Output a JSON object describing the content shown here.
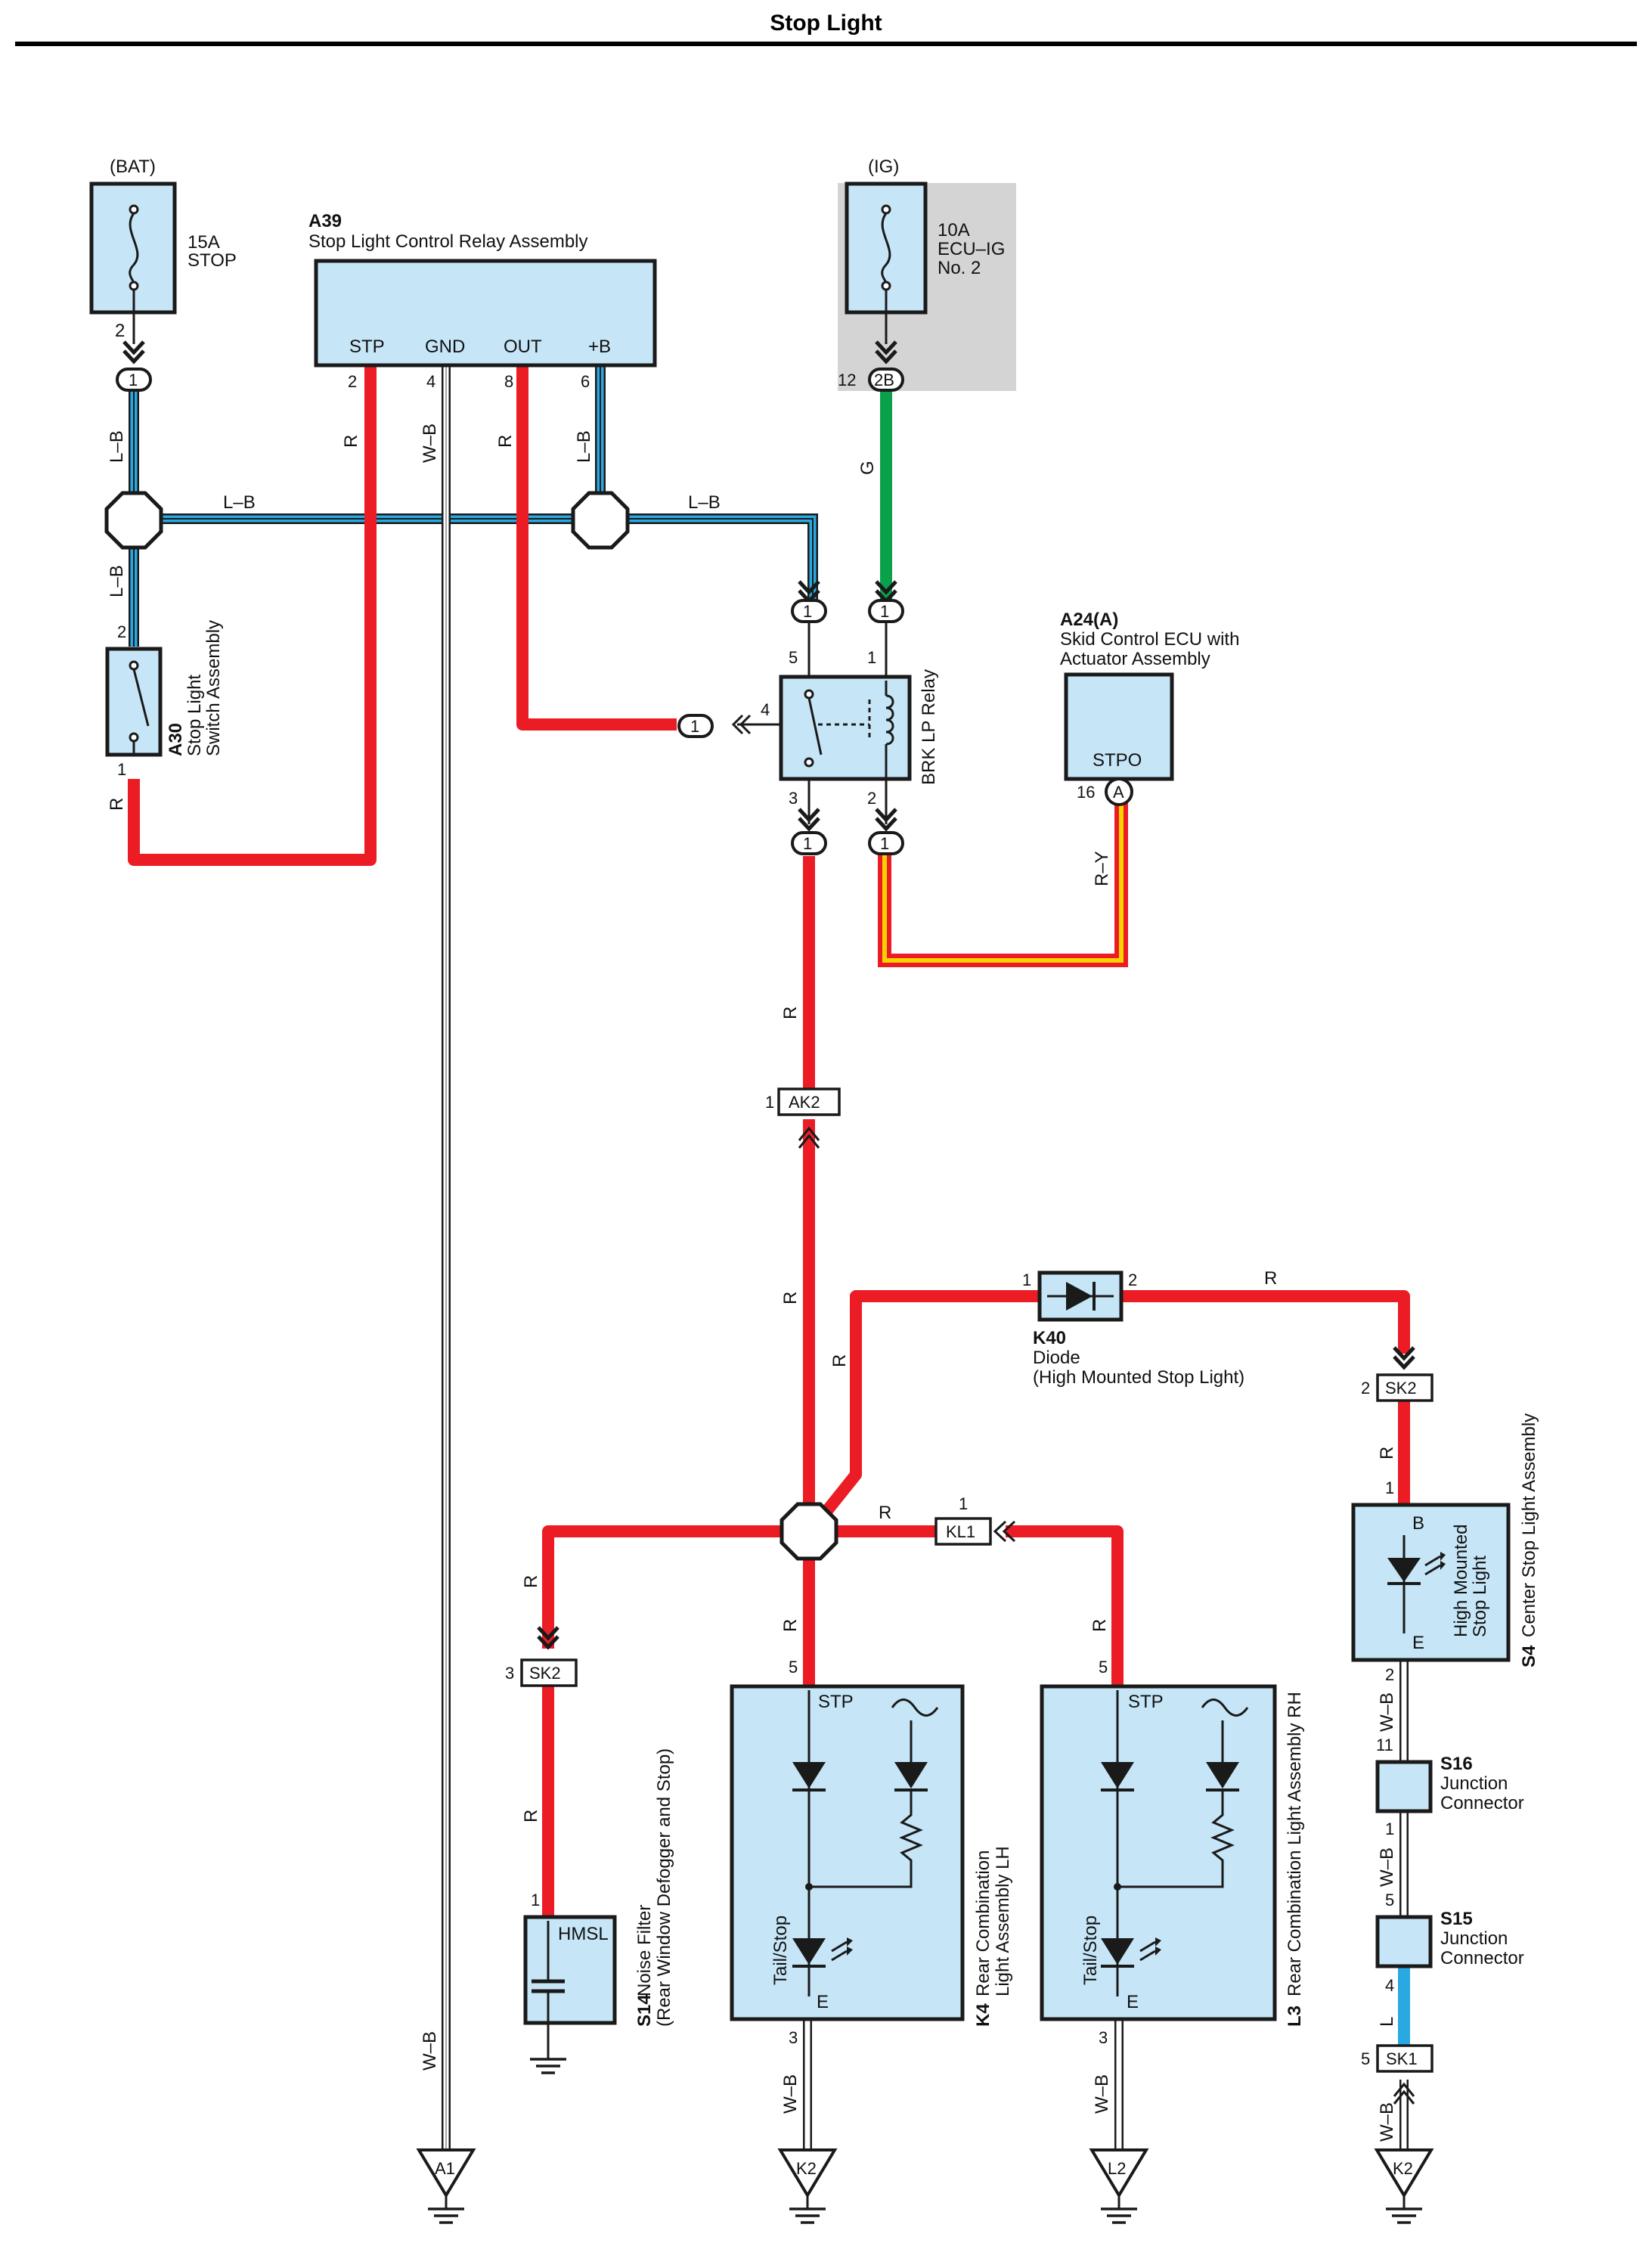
{
  "title": "Stop Light",
  "colors": {
    "red_wire": "#ec1c24",
    "blue_wire": "#29a9e1",
    "green_wire": "#0aa14a",
    "yellow_stripe": "#f7d200",
    "ground_wire": "#ffffff",
    "component_fill": "#c6e6f7",
    "ig_shade": "#d4d4d4"
  },
  "power": {
    "bat_label": "(BAT)",
    "bat_fuse_amp": "15A",
    "bat_fuse_name": "STOP",
    "ig_label": "(IG)",
    "ig_fuse_amp": "10A",
    "ig_fuse_name1": "ECU–IG",
    "ig_fuse_name2": "No. 2"
  },
  "a39": {
    "id": "A39",
    "name": "Stop Light Control Relay Assembly",
    "terminals": [
      "STP",
      "GND",
      "OUT",
      "+B"
    ],
    "pins": [
      "2",
      "4",
      "8",
      "6"
    ]
  },
  "a30": {
    "id": "A30",
    "name1": "Stop Light",
    "name2": "Switch Assembly"
  },
  "relay": {
    "name": "BRK LP Relay"
  },
  "a24": {
    "id": "A24(A)",
    "name1": "Skid Control ECU with",
    "name2": "Actuator Assembly",
    "terminal": "STPO",
    "pin": "16",
    "conn": "A"
  },
  "k40": {
    "id": "K40",
    "name1": "Diode",
    "name2": "(High Mounted Stop Light)"
  },
  "s4": {
    "id": "S4",
    "name": "Center Stop Light Assembly",
    "term_b": "B",
    "term_e": "E",
    "lamp1": "High Mounted",
    "lamp2": "Stop Light"
  },
  "s16": {
    "id": "S16",
    "name1": "Junction",
    "name2": "Connector"
  },
  "s15": {
    "id": "S15",
    "name1": "Junction",
    "name2": "Connector"
  },
  "s14": {
    "id": "S14",
    "name1": "Noise Filter",
    "name2": "(Rear Window Defogger and Stop)",
    "terminal": "HMSL"
  },
  "k4": {
    "id": "K4",
    "name1": "Rear Combination",
    "name2": "Light Assembly LH",
    "stp": "STP",
    "lamp": "Tail/Stop",
    "e": "E"
  },
  "l3": {
    "id": "L3",
    "name": "Rear Combination Light Assembly RH",
    "stp": "STP",
    "lamp": "Tail/Stop",
    "e": "E"
  },
  "connectors": {
    "ak2": "AK2",
    "sk2": "SK2",
    "kl1": "KL1",
    "sk1": "SK1",
    "one": "1",
    "ig_conn": "2B"
  },
  "grounds": [
    "A1",
    "K2",
    "L2",
    "K2"
  ],
  "wire_colors": {
    "lb": "L–B",
    "r": "R",
    "wb": "W–B",
    "g": "G",
    "ry": "R–Y",
    "l": "L"
  },
  "pin_numbers": {
    "p1": "1",
    "p2": "2",
    "p3": "3",
    "p4": "4",
    "p5": "5",
    "p11": "11",
    "p12": "12",
    "p16": "16"
  }
}
